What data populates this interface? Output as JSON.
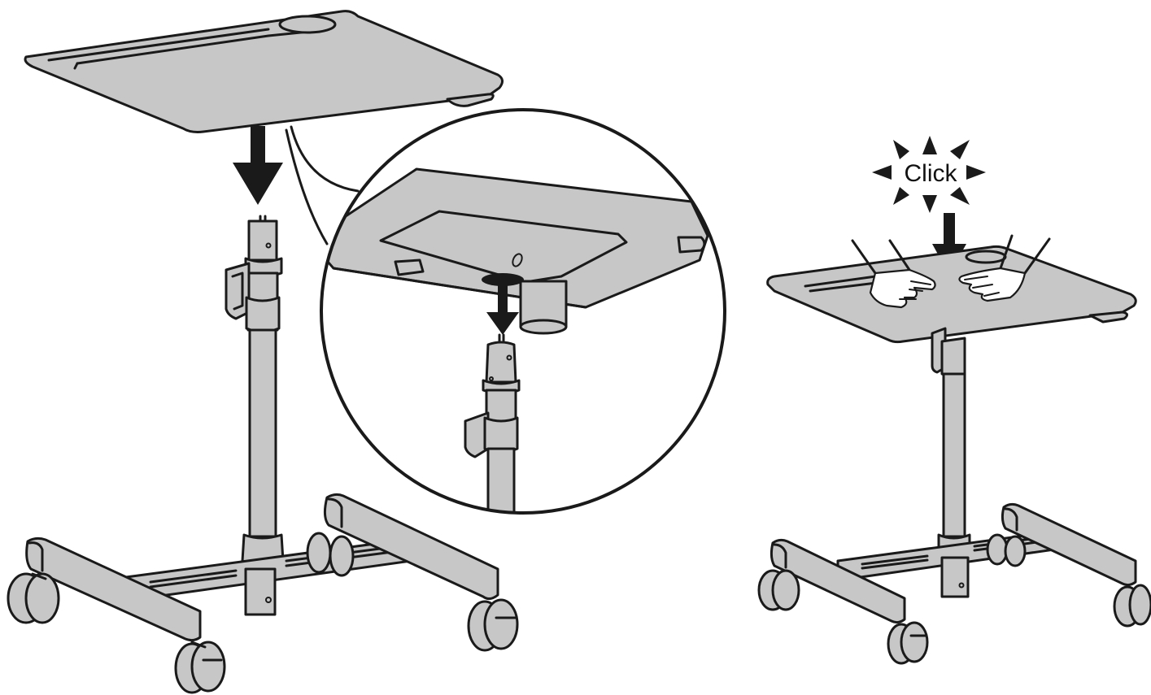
{
  "diagram": {
    "panels": [
      {
        "id": "step-attach-top",
        "description_visible": false
      },
      {
        "id": "step-press-click",
        "description_visible": false
      }
    ],
    "annotations": {
      "click_label": "Click"
    },
    "colors": {
      "part_fill": "#c7c7c8",
      "outline": "#1a1a1a",
      "background": "#ffffff"
    },
    "icons": [
      "down-arrow-icon",
      "click-burst-icon",
      "hand-icon",
      "caster-wheel-icon"
    ]
  }
}
